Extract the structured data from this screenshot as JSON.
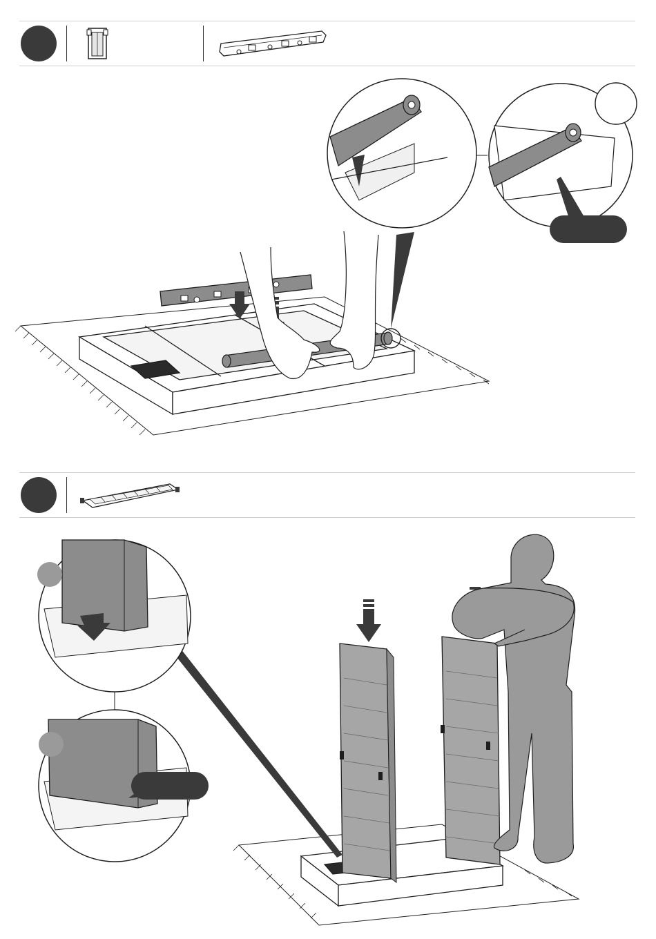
{
  "page": {
    "type": "assembly-instructions",
    "steps": [
      {
        "step_marker": "step-dot",
        "parts": [
          "side-post-icon",
          "floor-rail-icon"
        ]
      },
      {
        "step_marker": "step-dot",
        "parts": [
          "wall-panel-icon"
        ]
      }
    ],
    "colors": {
      "marker": "#3a3a3a",
      "part_fill": "#8c8c8c",
      "outline": "#1e1e1e",
      "figure": "#9a9a9a",
      "callout": "#3a3a3a"
    }
  }
}
